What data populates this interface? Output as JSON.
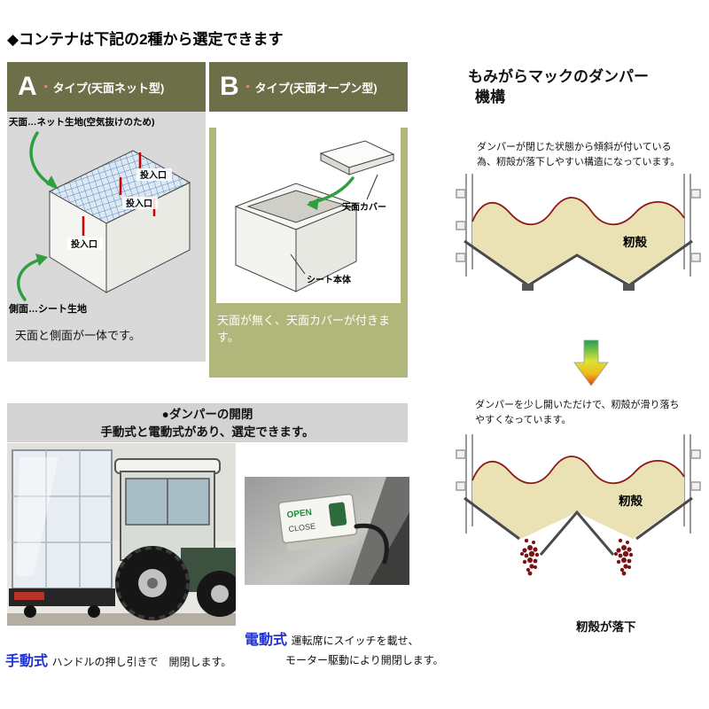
{
  "page": {
    "title": "◆コンテナは下記の2種から選定できます"
  },
  "type_a": {
    "letter": "A",
    "dot": "・",
    "header": "タイプ(天面ネット型)",
    "label_top": "天面…ネット生地(空気抜けのため)",
    "inlet_label": "投入口",
    "label_side": "側面…シート生地",
    "description": "天面と側面が一体です。"
  },
  "type_b": {
    "letter": "B",
    "dot": "・",
    "header": "タイプ(天面オープン型)",
    "label_cover": "天面カバー",
    "label_body": "シート本体",
    "description": "天面が無く、天面カバーが付きます。"
  },
  "damper_mechanism": {
    "title_line1": "もみがらマックのダンパー",
    "title_line2": "機構",
    "closed_text_line1": "ダンパーが閉じた状態から傾斜が付いている",
    "closed_text_line2": "為、籾殻が落下しやすい構造になっています。",
    "husk_label": "籾殻",
    "open_text_line1": "ダンパーを少し開いただけで、籾殻が滑り落ち",
    "open_text_line2": "やすくなっています。",
    "falling_caption": "籾殻が落下"
  },
  "damper_open_close": {
    "header_line1": "●ダンパーの開閉",
    "header_line2": "手動式と電動式があり、選定できます。",
    "manual_label": "手動式",
    "manual_text": "ハンドルの押し引きで　開閉します。",
    "electric_label": "電動式",
    "electric_text_line1": "運転席にスイッチを載せ、",
    "electric_text_line2": "モーター駆動により開閉します。",
    "switch_open": "OPEN",
    "switch_close": "CLOSE"
  },
  "colors": {
    "header_olive": "#6d6f48",
    "body_olive": "#b1b67a",
    "body_gray": "#d9d9d9",
    "accent_blue": "#2233cc",
    "marker_red": "#cc0000",
    "husk_fill": "#eae1b4",
    "husk_outline": "#8b1a1a",
    "arrow_green": "#2f9e3f"
  }
}
